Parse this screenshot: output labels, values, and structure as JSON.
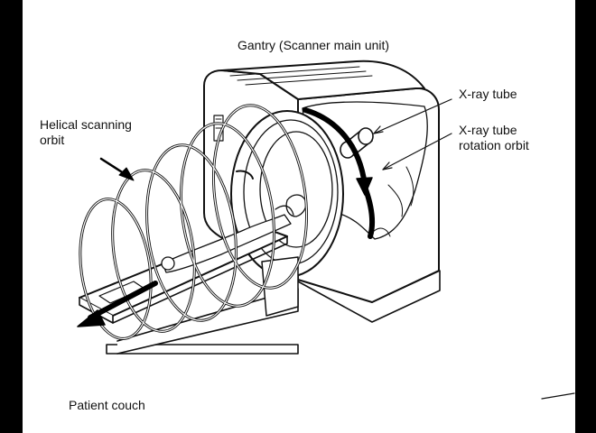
{
  "labels": {
    "gantry": "Gantry (Scanner main unit)",
    "xray_tube": "X-ray tube",
    "rotation_orbit_line1": "X-ray tube",
    "rotation_orbit_line2": "rotation orbit",
    "helical_line1": "Helical scanning",
    "helical_line2": "orbit",
    "couch": "Patient couch"
  },
  "colors": {
    "background": "#000000",
    "panel": "#ffffff",
    "line": "#111111"
  }
}
